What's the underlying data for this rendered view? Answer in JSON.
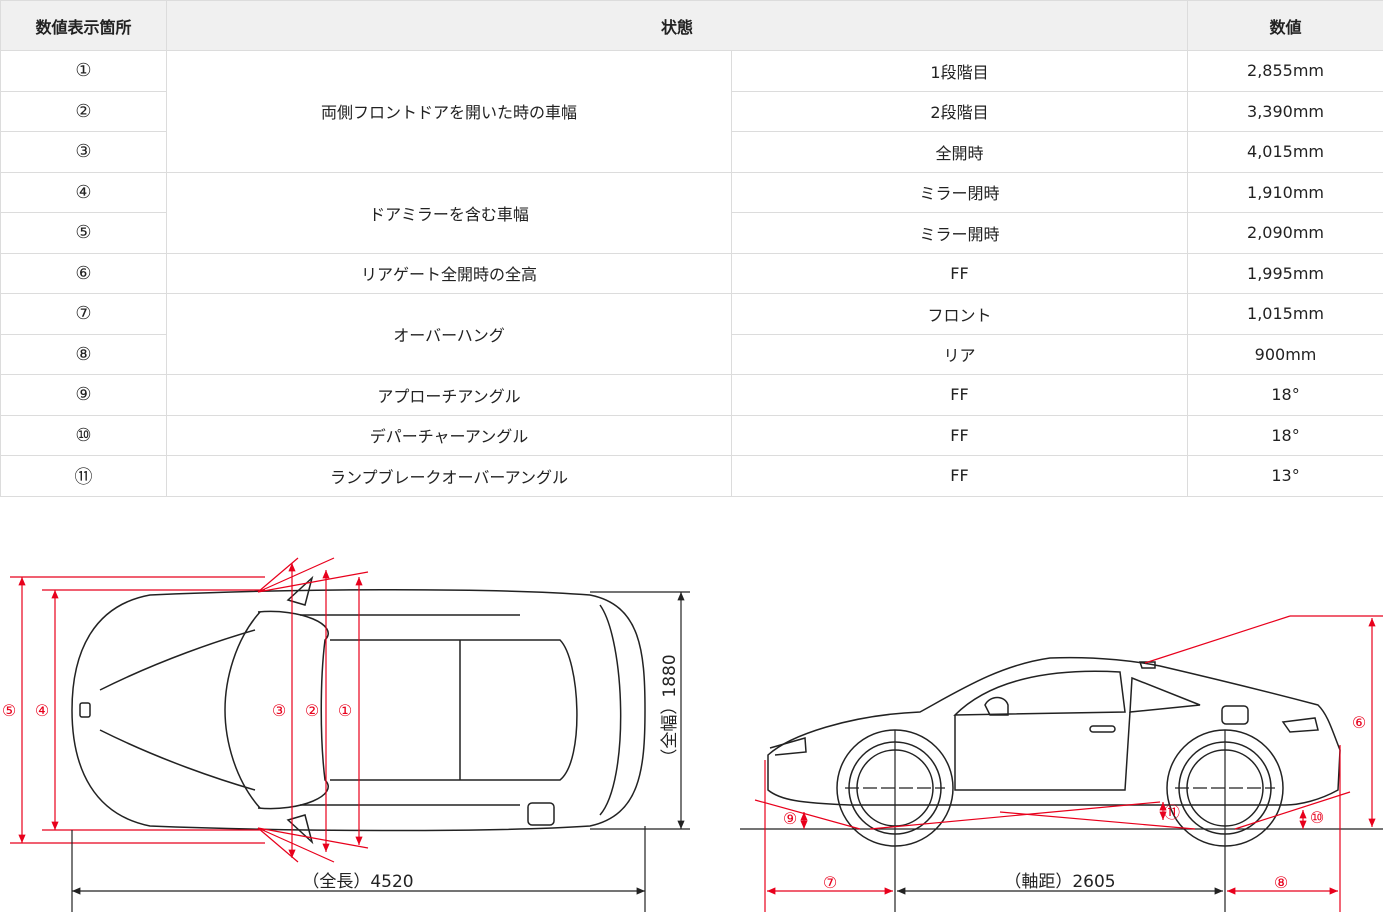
{
  "table": {
    "headers": [
      "数値表示箇所",
      "状態",
      "数値"
    ],
    "rows": [
      {
        "mark": "①",
        "item": "両側フロントドアを開いた時の車幅",
        "state": "1段階目",
        "value": "2,855mm"
      },
      {
        "mark": "②",
        "state": "2段階目",
        "value": "3,390mm"
      },
      {
        "mark": "③",
        "state": "全開時",
        "value": "4,015mm"
      },
      {
        "mark": "④",
        "item": "ドアミラーを含む車幅",
        "state": "ミラー閉時",
        "value": "1,910mm"
      },
      {
        "mark": "⑤",
        "state": "ミラー開時",
        "value": "2,090mm"
      },
      {
        "mark": "⑥",
        "item": "リアゲート全開時の全高",
        "state": "FF",
        "value": "1,995mm"
      },
      {
        "mark": "⑦",
        "item": "オーバーハング",
        "state": "フロント",
        "value": "1,015mm"
      },
      {
        "mark": "⑧",
        "state": "リア",
        "value": "900mm"
      },
      {
        "mark": "⑨",
        "item": "アプローチアングル",
        "state": "FF",
        "value": "18°"
      },
      {
        "mark": "⑩",
        "item": "デパーチャーアングル",
        "state": "FF",
        "value": "18°"
      },
      {
        "mark": "⑪",
        "item": "ランプブレークオーバーアングル",
        "state": "FF",
        "value": "13°"
      }
    ]
  },
  "diagram": {
    "top_view": {
      "width_label": "（全幅）1880",
      "length_label": "（全長）4520",
      "marks": [
        "⑤",
        "④",
        "③",
        "②",
        "①"
      ]
    },
    "side_view": {
      "wheelbase_label": "（軸距）2605",
      "marks": [
        "⑥",
        "⑦",
        "⑧",
        "⑨",
        "⑩",
        "⑪"
      ]
    },
    "colors": {
      "dimension": "#e8001c",
      "outline": "#222222"
    }
  }
}
